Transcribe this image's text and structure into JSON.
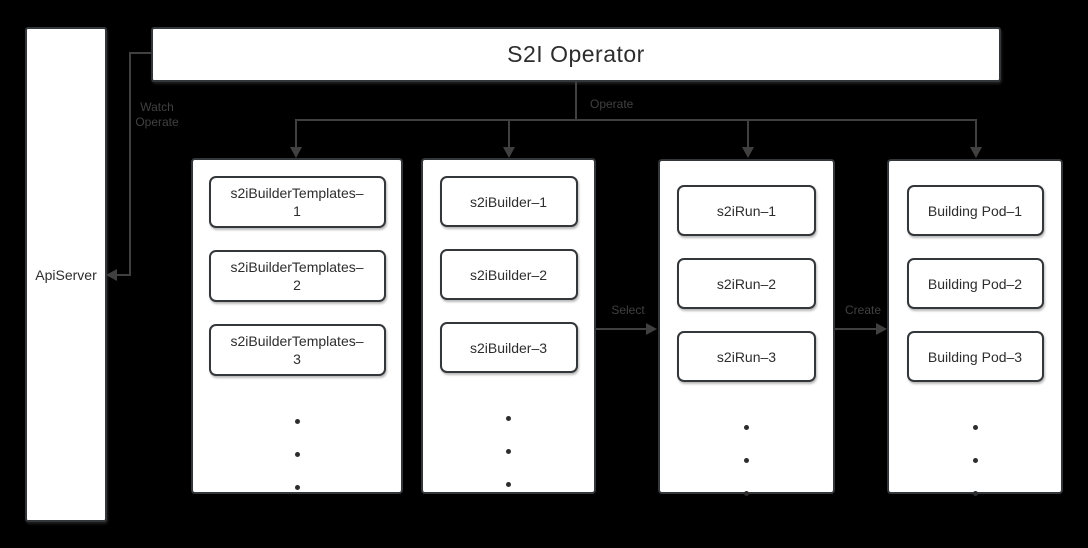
{
  "diagram": {
    "title": "S2I Operator",
    "api_server_label": "ApiServer",
    "labels": {
      "watch_operate": "Watch\nOperate",
      "operate": "Operate",
      "select": "Select",
      "create": "Create"
    },
    "columns": [
      {
        "name": "s2iBuilderTemplates",
        "items": [
          "s2iBuilderTemplates–\n1",
          "s2iBuilderTemplates–\n2",
          "s2iBuilderTemplates–\n3"
        ]
      },
      {
        "name": "s2iBuilder",
        "items": [
          "s2iBuilder–1",
          "s2iBuilder–2",
          "s2iBuilder–3"
        ]
      },
      {
        "name": "s2iRun",
        "items": [
          "s2iRun–1",
          "s2iRun–2",
          "s2iRun–3"
        ]
      },
      {
        "name": "Building Pod",
        "items": [
          "Building Pod–1",
          "Building Pod–2",
          "Building Pod–3"
        ]
      }
    ],
    "colors": {
      "background": "#000000",
      "node_fill": "#ffffff",
      "node_border": "#33373a",
      "node_text": "#2d2d2d",
      "connector": "#404040"
    }
  }
}
